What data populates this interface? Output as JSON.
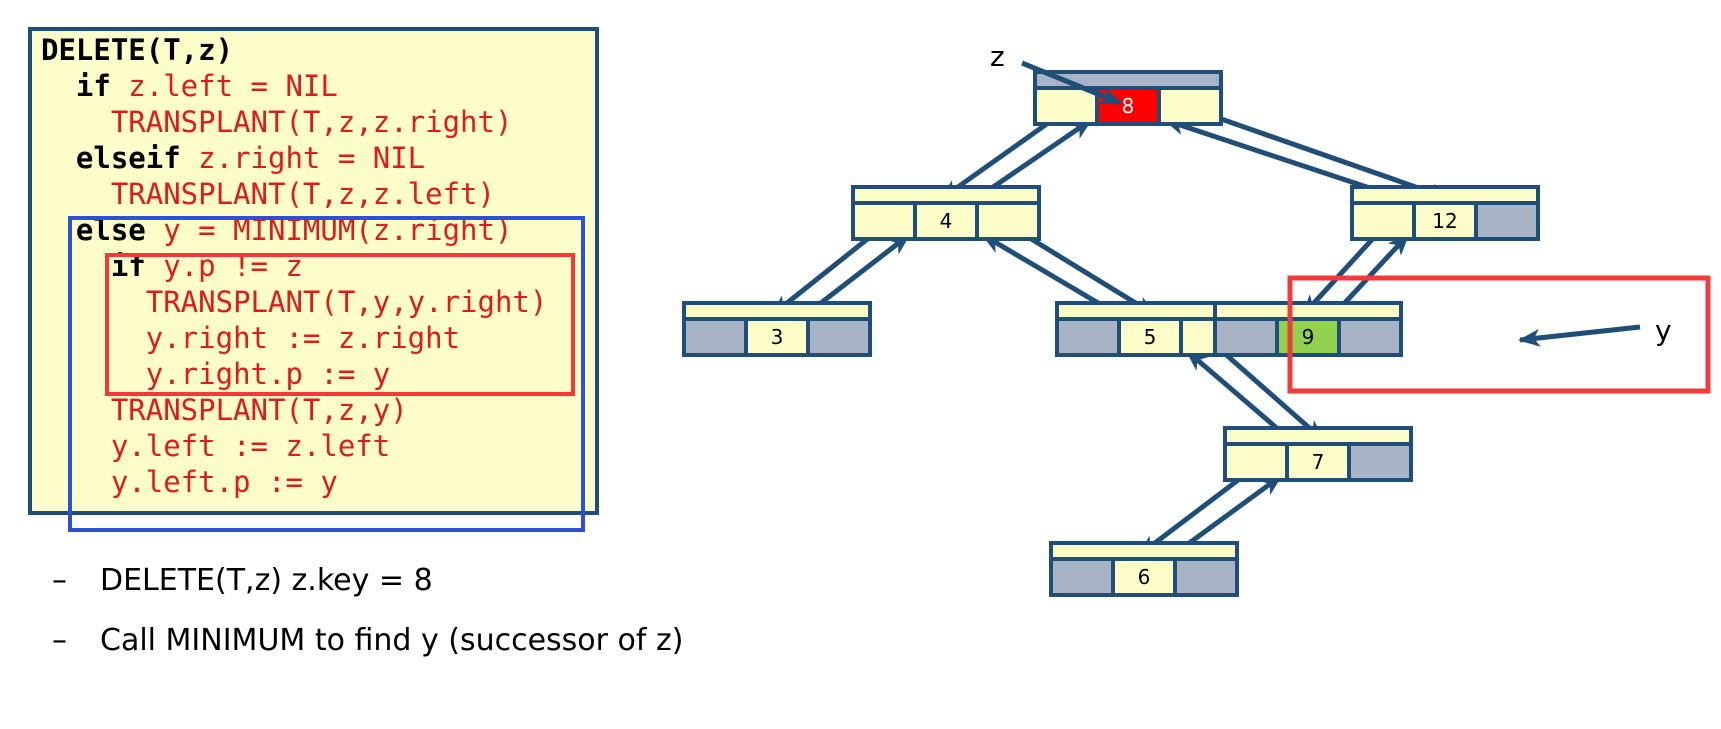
{
  "code": {
    "lines": [
      {
        "indent": "",
        "keyword": "DELETE(T,z)",
        "text": ""
      },
      {
        "indent": "  ",
        "keyword": "if",
        "text": " z.left = NIL"
      },
      {
        "indent": "    ",
        "keyword": "",
        "text": "TRANSPLANT(T,z,z.right)"
      },
      {
        "indent": "  ",
        "keyword": "elseif",
        "text": " z.right = NIL"
      },
      {
        "indent": "    ",
        "keyword": "",
        "text": "TRANSPLANT(T,z,z.left)"
      },
      {
        "indent": "  ",
        "keyword": "else",
        "text": " y = MINIMUM(z.right)"
      },
      {
        "indent": "    ",
        "keyword": "if",
        "text": " y.p != z"
      },
      {
        "indent": "      ",
        "keyword": "",
        "text": "TRANSPLANT(T,y,y.right)"
      },
      {
        "indent": "      ",
        "keyword": "",
        "text": "y.right := z.right"
      },
      {
        "indent": "      ",
        "keyword": "",
        "text": "y.right.p := y"
      },
      {
        "indent": "    ",
        "keyword": "",
        "text": "TRANSPLANT(T,z,y)"
      },
      {
        "indent": "    ",
        "keyword": "",
        "text": "y.left := z.left"
      },
      {
        "indent": "    ",
        "keyword": "",
        "text": "y.left.p := y"
      }
    ]
  },
  "bullets": [
    "DELETE(T,z) z.key = 8",
    "Call MINIMUM to find y (successor of z)"
  ],
  "bullet_dash": "–",
  "tree": {
    "nodes": [
      {
        "id": "n8",
        "key": "8",
        "parent": null,
        "has_left": true,
        "has_right": true,
        "highlight": "#ff0000",
        "key_color": "#ffffff"
      },
      {
        "id": "n4",
        "key": "4",
        "parent": "n8",
        "has_left": true,
        "has_right": true,
        "highlight": null
      },
      {
        "id": "n12",
        "key": "12",
        "parent": "n8",
        "has_left": true,
        "has_right": false,
        "highlight": null
      },
      {
        "id": "n3",
        "key": "3",
        "parent": "n4",
        "has_left": false,
        "has_right": false,
        "highlight": null
      },
      {
        "id": "n5",
        "key": "5",
        "parent": "n4",
        "has_left": false,
        "has_right": true,
        "highlight": null
      },
      {
        "id": "n9",
        "key": "9",
        "parent": "n12",
        "has_left": false,
        "has_right": false,
        "highlight": "#92d050"
      },
      {
        "id": "n7",
        "key": "7",
        "parent": "n5",
        "has_left": true,
        "has_right": false,
        "highlight": null
      },
      {
        "id": "n6",
        "key": "6",
        "parent": "n7",
        "has_left": false,
        "has_right": false,
        "highlight": null
      }
    ],
    "labels": {
      "z": "z",
      "y": "y"
    }
  },
  "colors": {
    "code_bg": "#fdfdc9",
    "code_text": "#e01b1b",
    "node_fill": "#fdfdc9",
    "nil_fill": "#a9b3c6",
    "node_stroke": "#1f4e79",
    "arrow": "#1f4e79",
    "blue_box": "#2f4fd6",
    "red_box": "#f23a3a"
  }
}
